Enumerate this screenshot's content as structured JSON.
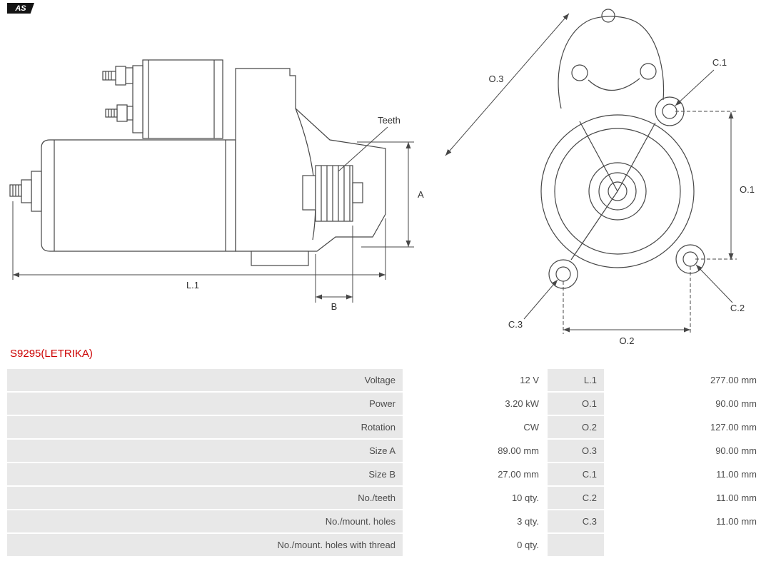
{
  "logo": {
    "text": "AS"
  },
  "part": {
    "number": "S9295(LETRIKA)"
  },
  "colors": {
    "part_number": "#cc0000",
    "table_label_bg": "#e8e8e8",
    "drawing_line": "#474747"
  },
  "diagram": {
    "labels": {
      "teeth": "Teeth",
      "a": "A",
      "b": "B",
      "l1": "L.1",
      "o1": "O.1",
      "o2": "O.2",
      "o3": "O.3",
      "c1": "C.1",
      "c2": "C.2",
      "c3": "C.3"
    }
  },
  "table": {
    "rows": [
      {
        "label": "Voltage",
        "value": "12 V",
        "label2": "L.1",
        "value2": "277.00 mm"
      },
      {
        "label": "Power",
        "value": "3.20 kW",
        "label2": "O.1",
        "value2": "90.00 mm"
      },
      {
        "label": "Rotation",
        "value": "CW",
        "label2": "O.2",
        "value2": "127.00 mm"
      },
      {
        "label": "Size A",
        "value": "89.00 mm",
        "label2": "O.3",
        "value2": "90.00 mm"
      },
      {
        "label": "Size B",
        "value": "27.00 mm",
        "label2": "C.1",
        "value2": "11.00 mm"
      },
      {
        "label": "No./teeth",
        "value": "10 qty.",
        "label2": "C.2",
        "value2": "11.00 mm"
      },
      {
        "label": "No./mount. holes",
        "value": "3 qty.",
        "label2": "C.3",
        "value2": "11.00 mm"
      },
      {
        "label": "No./mount. holes with thread",
        "value": "0 qty.",
        "label2": "",
        "value2": ""
      }
    ]
  }
}
